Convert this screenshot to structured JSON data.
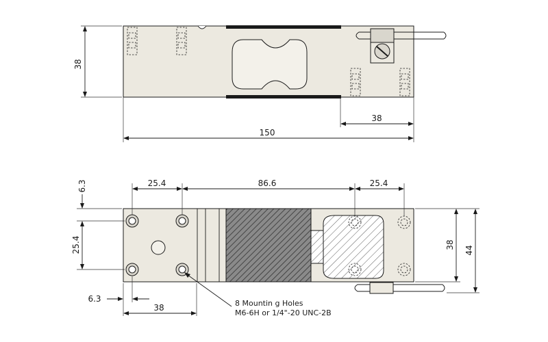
{
  "top_view": {
    "dim_height": "38",
    "dim_end_segment": "38",
    "dim_total_length": "150"
  },
  "bottom_view": {
    "dim_top_offset": "6.3",
    "dim_hole_spacing_left": "25.4",
    "dim_center_span": "86.6",
    "dim_hole_spacing_right": "25.4",
    "dim_hole_vertical_spacing": "25.4",
    "dim_body_height": "38",
    "dim_overall_height": "44",
    "dim_side_offset": "6.3",
    "dim_base_segment": "38",
    "callout_line1": "8 Mountin  g Holes",
    "callout_line2": "M6-6H or 1/4\"-20 UNC-2B"
  }
}
